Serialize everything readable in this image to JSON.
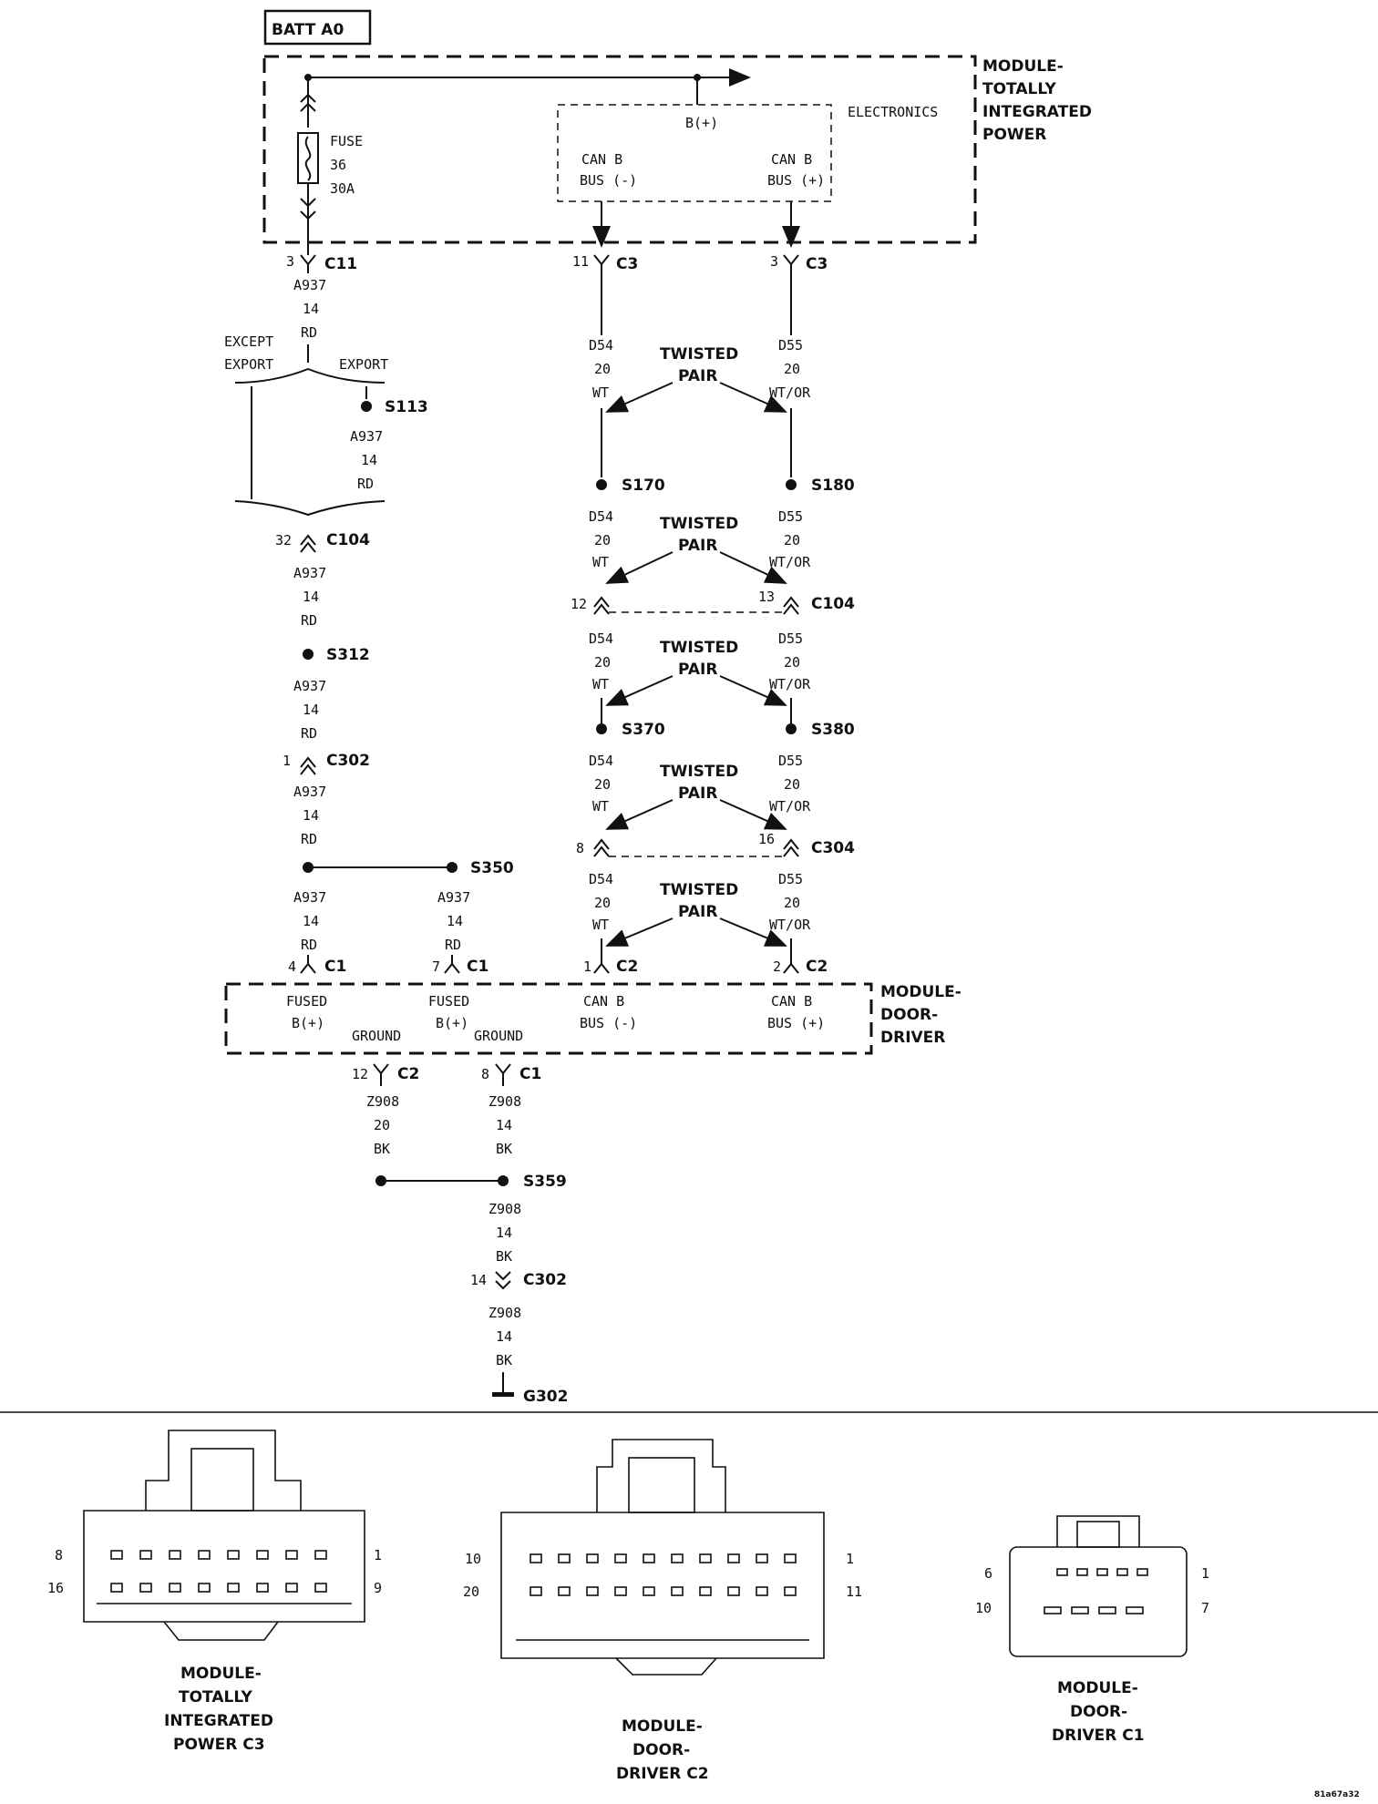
{
  "batt_label": "BATT A0",
  "modules": {
    "tipm": [
      "MODULE-",
      "TOTALLY",
      "INTEGRATED",
      "POWER"
    ],
    "door": [
      "MODULE-",
      "DOOR-",
      "DRIVER"
    ]
  },
  "electronics": "ELECTRONICS",
  "fuse": [
    "FUSE",
    "36",
    "30A"
  ],
  "b_plus": "B(+)",
  "can_bus_neg": [
    "CAN B",
    "BUS (-)"
  ],
  "can_bus_pos": [
    "CAN B",
    "BUS (+)"
  ],
  "twisted_pair": [
    "TWISTED",
    "PAIR"
  ],
  "except_export": [
    "EXCEPT",
    "EXPORT"
  ],
  "export": "EXPORT",
  "connectors": {
    "c11": {
      "pin": "3",
      "name": "C11"
    },
    "c3_neg": {
      "pin": "11",
      "name": "C3"
    },
    "c3_pos": {
      "pin": "3",
      "name": "C3"
    },
    "c104": {
      "pin": "32",
      "name": "C104"
    },
    "c302_a": {
      "pin": "1",
      "name": "C302"
    },
    "c104_can": {
      "pin_neg": "12",
      "pin_pos": "13",
      "name": "C104"
    },
    "c304": {
      "pin_neg": "8",
      "pin_pos": "16",
      "name": "C304"
    },
    "c1_a": {
      "pin": "4",
      "name": "C1"
    },
    "c1_b": {
      "pin": "7",
      "name": "C1"
    },
    "c2_neg": {
      "pin": "1",
      "name": "C2"
    },
    "c2_pos": {
      "pin": "2",
      "name": "C2"
    },
    "c2_gnd": {
      "pin": "12",
      "name": "C2"
    },
    "c1_gnd": {
      "pin": "8",
      "name": "C1"
    },
    "c302_b": {
      "pin": "14",
      "name": "C302"
    }
  },
  "splices": {
    "s113": "S113",
    "s170": "S170",
    "s180": "S180",
    "s312": "S312",
    "s370": "S370",
    "s380": "S380",
    "s350": "S350",
    "s359": "S359"
  },
  "ground": "G302",
  "wires": {
    "a937": [
      "A937",
      "14",
      "RD"
    ],
    "d54": [
      "D54",
      "20",
      "WT"
    ],
    "d55": [
      "D55",
      "20",
      "WT/OR"
    ],
    "z908_20": [
      "Z908",
      "20",
      "BK"
    ],
    "z908_14": [
      "Z908",
      "14",
      "BK"
    ]
  },
  "door_pins": {
    "fused_bplus": [
      "FUSED",
      "B(+)"
    ],
    "ground": "GROUND",
    "can_neg": [
      "CAN B",
      "BUS (-)"
    ],
    "can_pos": [
      "CAN B",
      "BUS (+)"
    ]
  },
  "connector_views": {
    "c3": {
      "caption": [
        "MODULE-",
        "TOTALLY",
        "INTEGRATED",
        "POWER C3"
      ],
      "pins_tl": "8",
      "pins_tr": "1",
      "pins_bl": "16",
      "pins_br": "9"
    },
    "c2": {
      "caption": [
        "MODULE-",
        "DOOR-",
        "DRIVER C2"
      ],
      "pins_tl": "10",
      "pins_tr": "1",
      "pins_bl": "20",
      "pins_br": "11"
    },
    "c1": {
      "caption": [
        "MODULE-",
        "DOOR-",
        "DRIVER C1"
      ],
      "pins_tl": "6",
      "pins_tr": "1",
      "pins_bl": "10",
      "pins_br": "7"
    }
  },
  "figure_id": "81a67a32"
}
